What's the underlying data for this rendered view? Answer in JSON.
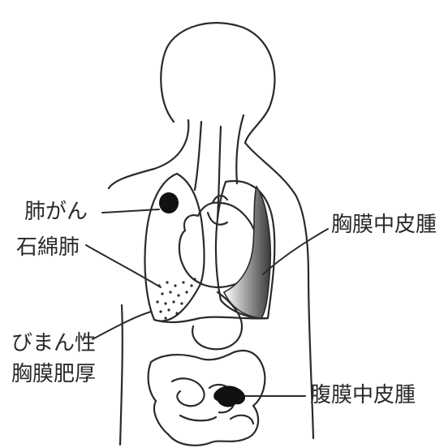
{
  "labels": {
    "lung_cancer": "肺がん",
    "asbestosis": "石綿肺",
    "diffuse_pleural_thickening_line1": "びまん性",
    "diffuse_pleural_thickening_line2": "胸膜肥厚",
    "pleural_mesothelioma": "胸膜中皮腫",
    "peritoneal_mesothelioma": "腹膜中皮腫"
  },
  "colors": {
    "outline": "#2a2a2a",
    "tumor": "#111111",
    "pleura_shade": "#6e6e6e"
  }
}
